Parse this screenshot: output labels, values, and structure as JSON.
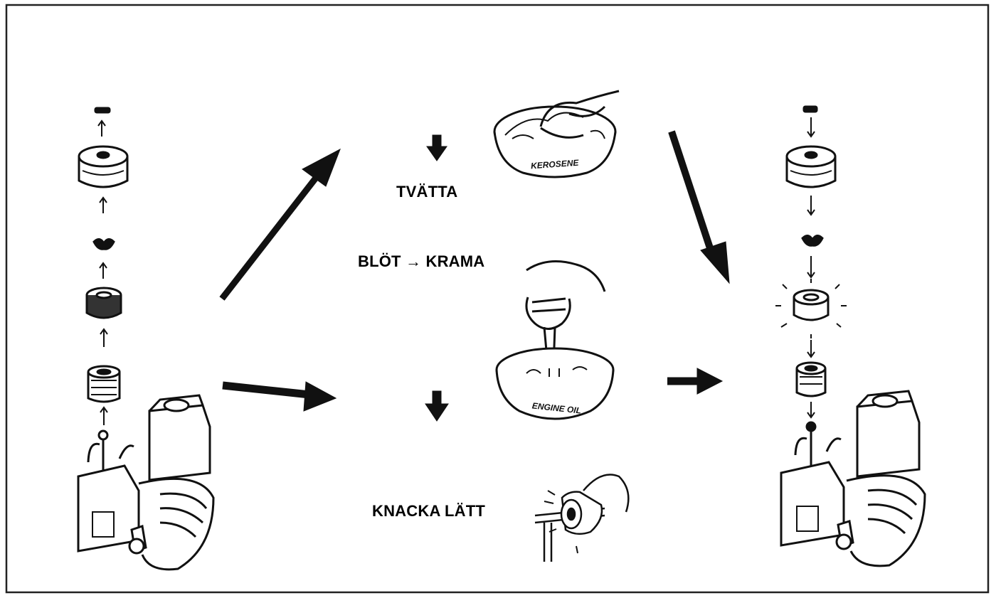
{
  "steps": {
    "wash": "TVÄTTA",
    "soak_squeeze": "BLÖT → KRAMA",
    "tap_lightly": "KNACKA LÄTT"
  },
  "containers": {
    "kerosene_label": "KEROSENE",
    "engine_oil_label": "ENGINE OIL"
  },
  "colors": {
    "ink": "#111111",
    "paper": "#ffffff"
  }
}
